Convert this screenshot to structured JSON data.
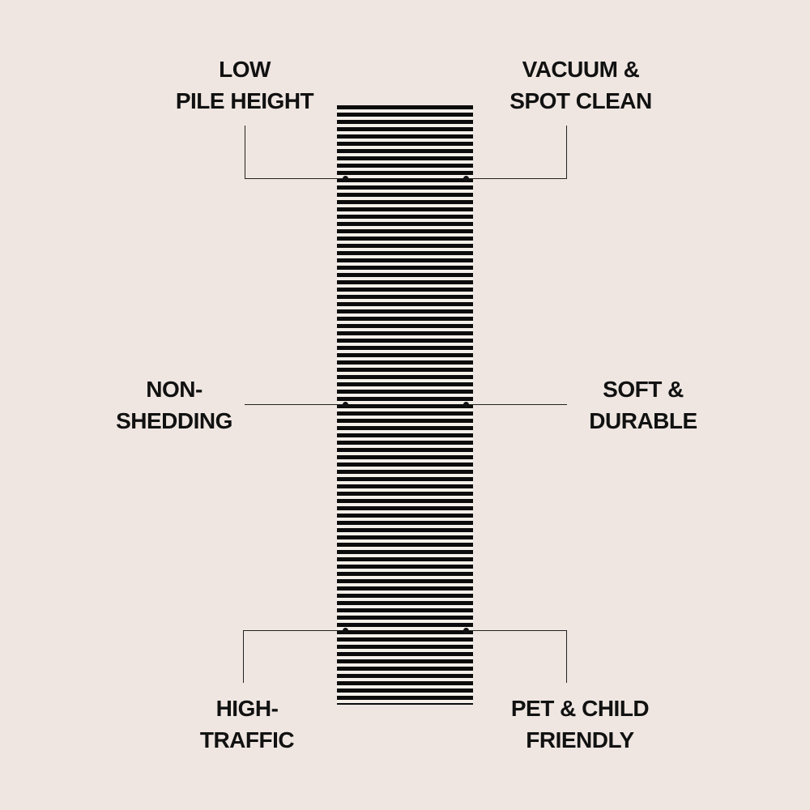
{
  "labels": {
    "top_left": [
      "LOW",
      "PILE HEIGHT"
    ],
    "top_right": [
      "VACUUM &",
      "SPOT CLEAN"
    ],
    "mid_left": [
      "NON-",
      "SHEDDING"
    ],
    "mid_right": [
      "SOFT &",
      "DURABLE"
    ],
    "bottom_left": [
      "HIGH-",
      "TRAFFIC"
    ],
    "bottom_right": [
      "PET & CHILD",
      "FRIENDLY"
    ]
  },
  "colors": {
    "background": "#efe6e1",
    "stripe": "#0c0c0c",
    "text": "#111111"
  }
}
